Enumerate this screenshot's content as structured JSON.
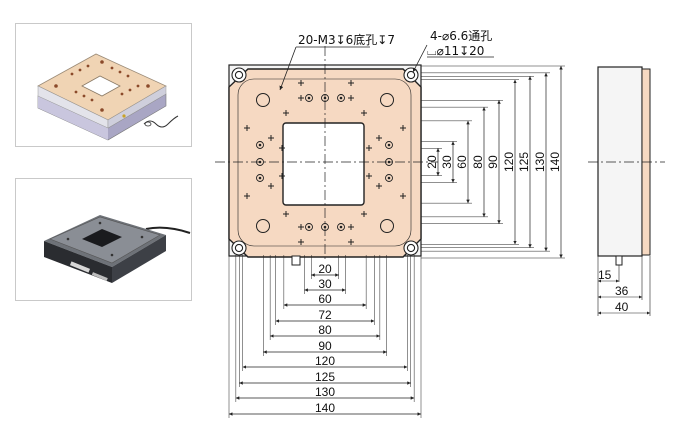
{
  "callouts": {
    "tapped_holes": "20-M3↧6底孔↧7",
    "through_holes": "4-⌀6.6通孔",
    "counterbore": "⌴⌀11↧20"
  },
  "horizontal_dims": [
    "20",
    "30",
    "60",
    "72",
    "80",
    "90",
    "120",
    "125",
    "130",
    "140"
  ],
  "vertical_dims": [
    "20",
    "30",
    "60",
    "80",
    "90",
    "120",
    "125",
    "130",
    "140"
  ],
  "side_dims": [
    "15",
    "36",
    "40"
  ],
  "colors": {
    "plate": "#f6d9c2",
    "body": "#f3f3f3",
    "line": "#222222",
    "photo_bg": "#ffffff"
  },
  "thumbnails": {
    "render_icon": "isometric-stage-render",
    "photo_icon": "stage-product-photo"
  }
}
